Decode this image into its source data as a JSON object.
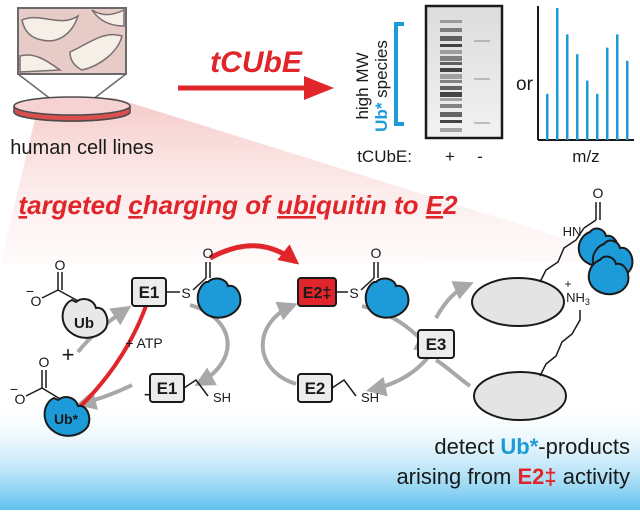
{
  "top": {
    "cell_label": "human cell lines",
    "method_title": "tCUbE",
    "gel_label_line1": "high MW",
    "gel_label_ub": "Ub*",
    "gel_label_species": " species",
    "gel_lanes_label": "tCUbE:",
    "gel_lane_plus": "+",
    "gel_lane_minus": "-",
    "or_label": "or",
    "ms_xlabel": "m/z"
  },
  "headline": {
    "full": "targeted charging of ubiquitin to E2",
    "parts": [
      {
        "text": "t",
        "u": true
      },
      {
        "text": "argeted ",
        "u": false
      },
      {
        "text": "c",
        "u": true
      },
      {
        "text": "harging of ",
        "u": false
      },
      {
        "text": "ubi",
        "u": true
      },
      {
        "text": "quitin to ",
        "u": false
      },
      {
        "text": "E",
        "u": true
      },
      {
        "text": "2",
        "u": false
      }
    ]
  },
  "scheme": {
    "ub": "Ub",
    "ub_star": "Ub*",
    "plus": "+",
    "minus": "−",
    "charge_minus": "−",
    "atp": "+ ATP",
    "e1": "E1",
    "e2": "E2",
    "e2_dagger": "E2‡",
    "e3": "E3",
    "s_atom": "S",
    "sh_group": "SH",
    "hn_group": "HN",
    "nh3_group": "NH",
    "nh3_sub": "3",
    "nh3_charge": "+",
    "o_atom": "O",
    "o_minus": "O",
    "o_charge": "−"
  },
  "footer": {
    "line1_prefix": "detect ",
    "line1_highlight": "Ub*",
    "line1_suffix": "-products",
    "line2_prefix": "arising from ",
    "line2_highlight": "E2‡",
    "line2_suffix": " activity"
  },
  "chart_data": {
    "type": "bar",
    "title": "",
    "xlabel": "m/z",
    "ylabel": "",
    "values": [
      0.35,
      1.0,
      0.8,
      0.65,
      0.45,
      0.35,
      0.7,
      0.8,
      0.6
    ]
  },
  "colors": {
    "red": "#e0262a",
    "blue": "#1d9ad8",
    "dark": "#1a1a1a",
    "gray": "#9a9a9a",
    "cell_bg": "#e6cbc6"
  }
}
